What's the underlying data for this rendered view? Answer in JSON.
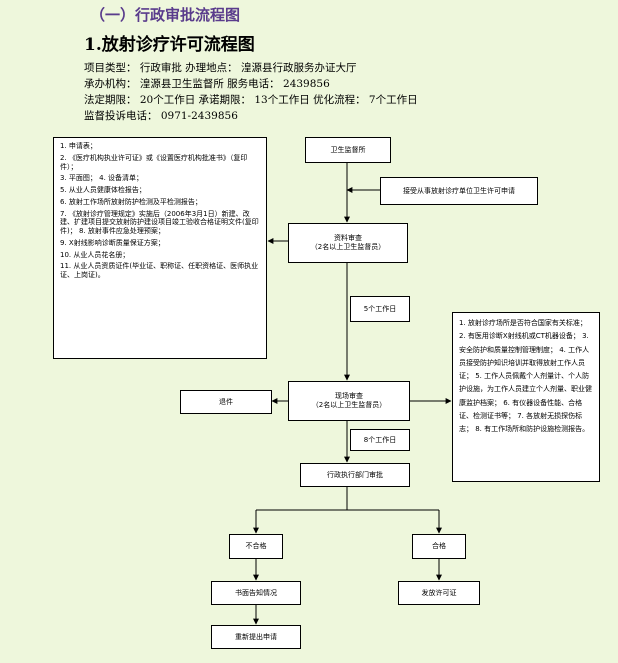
{
  "header": {
    "section_title": "（一）行政审批流程图",
    "doc_title": "1.放射诊疗许可流程图"
  },
  "info": {
    "line1": "项目类型： 行政审批    办理地点： 湟源县行政服务办证大厅",
    "line2": "承办机构： 湟源县卫生监督所    服务电话： 2439856",
    "line3": "法定期限： 20个工作日   承诺期限： 13个工作日   优化流程： 7个工作日",
    "line4": "监督投诉电话： 0971-2439856"
  },
  "flow": {
    "health_office": "卫生监督所",
    "apply": "接受从事放射诊疗单位卫生许可申请",
    "review_title": "资料审查",
    "review_sub": "（2名以上卫生监督员）",
    "days5": "5个工作日",
    "site_title": "现场审查",
    "site_sub": "（2名以上卫生监督员）",
    "days8": "8个工作日",
    "admin_approval": "行政执行部门审批",
    "fail": "不合格",
    "pass": "合格",
    "feedback": "书面告知情况",
    "reapply": "重新提出申请",
    "issue": "发放许可证",
    "reject": "退件"
  },
  "materials": [
    "1. 申请表；",
    "2. 《医疗机构执业许可证》或《设置医疗机构批准书》（复印件）；",
    "3. 平面图； 4. 设备清单；",
    "5. 从业人员健康体检报告；",
    "6. 放射工作场所放射防护检测及平检测报告；",
    "7. 《放射诊疗管理规定》实施后（2006年3月1日）新建、改建、扩建项目提交放射防护建设项目竣工验收合格证明文件(复印件)； 8. 放射事件应急处理预案；",
    "9. X射线影响诊断质量保证方案；",
    "10. 从业人员花名册；",
    "11. 从业人员资质证件(毕业证、职称证、任职资格证、医师执业证、上岗证)。"
  ],
  "criteria": [
    "1. 放射诊疗场所是否符合国家有关标准； 2. 有医用诊断X射线机或CT机器设备； 3. 安全防护和质量控制管理制度； 4. 工作人员接受防护知识培训并取得放射工作人员证； 5. 工作人员佩戴个人剂量计、个人防护设施，为工作人员建立个人剂量、职业健康监护档案； 6. 有仪器设备性能、合格证、检测证书等； 7. 各放射无损探伤标志； 8. 有工作场所和防护设施检测报告。"
  ]
}
